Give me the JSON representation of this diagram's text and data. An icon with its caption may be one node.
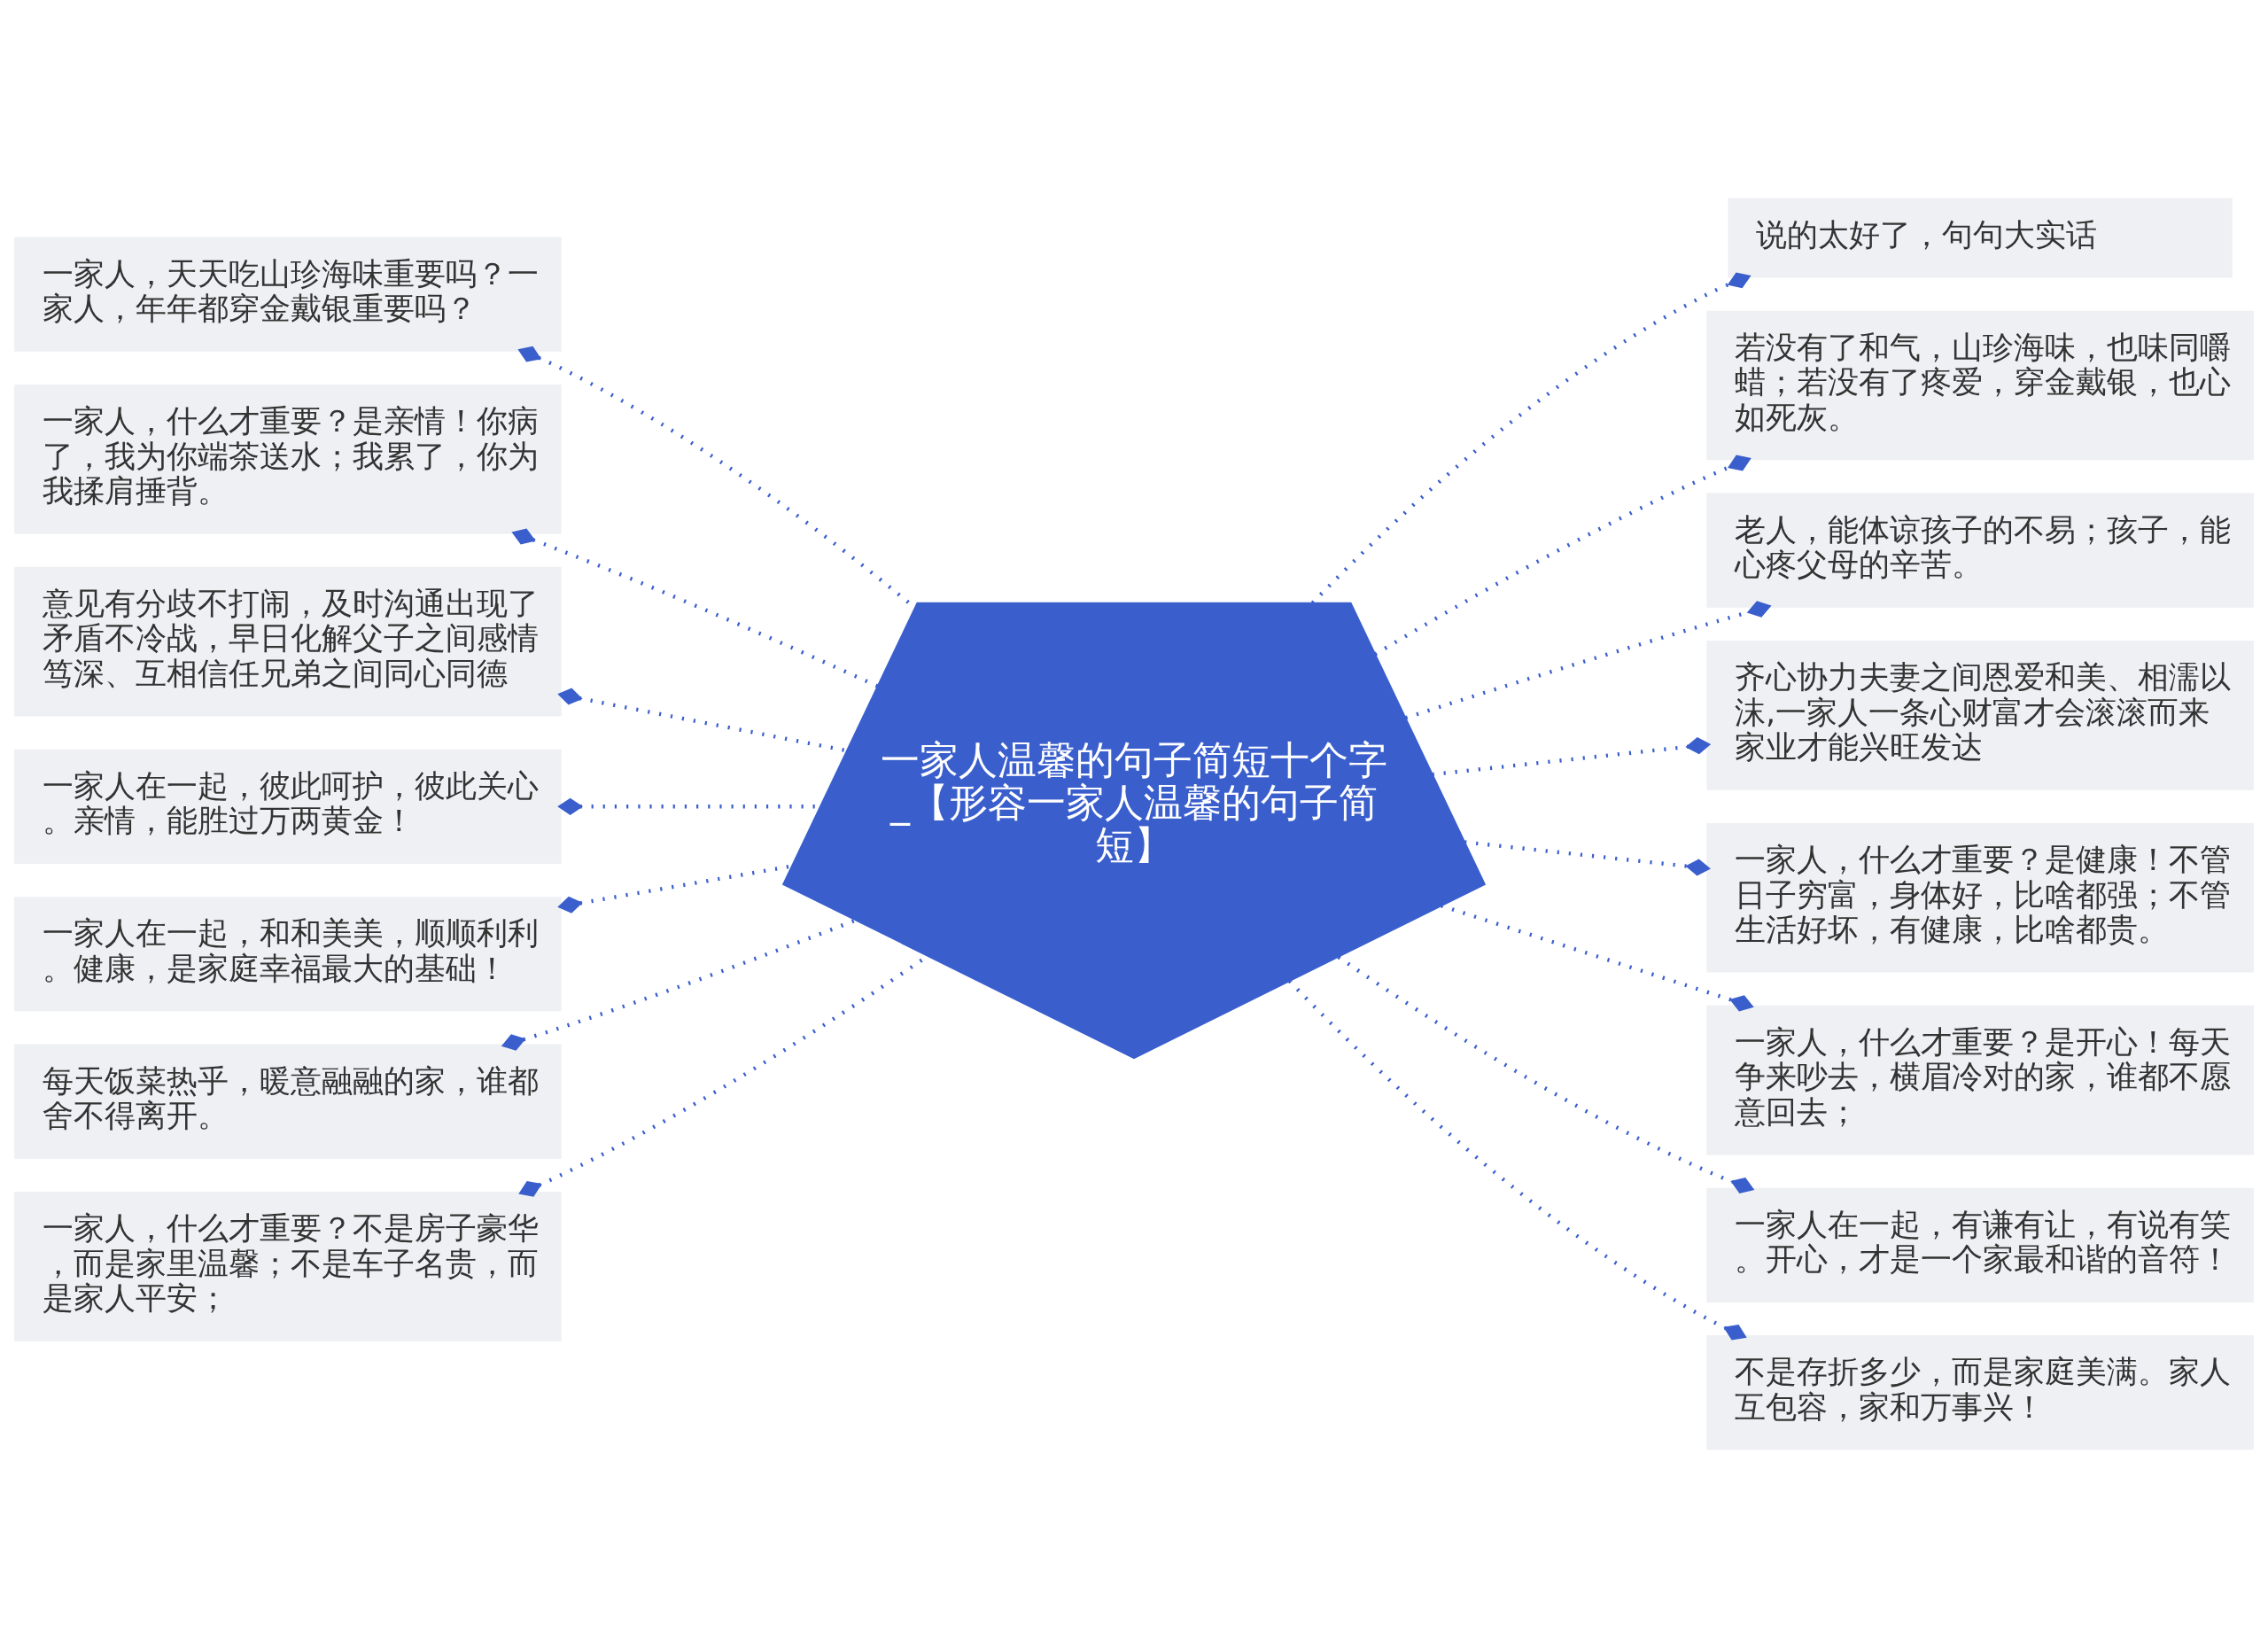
{
  "diagram": {
    "nodes": [
      {
        "text": [
          "一家人温馨的句子简短十个字_【形容一家人温馨的句子简短】"
        ]
      },
      {
        "text": [
          "一家人，天天吃山珍海味重要吗？一家人，年年都穿金戴银重要吗？"
        ]
      },
      {
        "text": [
          "一家人，什么才重要？是亲情！你病了，我为你端茶送水；我累了，你为我揉肩捶背。"
        ]
      },
      {
        "text": [
          "意见有分歧不打闹，及时沟通出现了矛盾不冷战，早日化解父子之间感情笃深、互相信任兄弟之间同心同德"
        ]
      },
      {
        "text": [
          "一家人在一起，彼此呵护，彼此关心。亲情，能胜过万两黄金！"
        ]
      },
      {
        "text": [
          "一家人在一起，和和美美，顺顺利利。健康，是家庭幸福最大的基础！"
        ]
      },
      {
        "text": [
          "每天饭菜热乎，暖意融融的家，谁都舍不得离开。"
        ]
      },
      {
        "text": [
          "一家人，什么才重要？不是房子豪华，而是家里温馨；不是车子名贵，而是家人平安；"
        ]
      },
      {
        "text": [
          "说的太好了，句句大实话"
        ]
      },
      {
        "text": [
          "若没有了和气，山珍海味，也味同嚼蜡；若没有了疼爱，穿金戴银，也心如死灰。"
        ]
      },
      {
        "text": [
          "老人，能体谅孩子的不易；孩子，能心疼父母的辛苦。"
        ]
      },
      {
        "text": [
          "齐心协力夫妻之间恩爱和美、相濡以沫,一家人一条心财富才会滚滚而来家业才能兴旺发达"
        ]
      },
      {
        "text": [
          "一家人，什么才重要？是健康！不管日子穷富，身体好，比啥都强；不管生活好坏，有健康，比啥都贵。"
        ]
      },
      {
        "text": [
          "一家人，什么才重要？是开心！每天争来吵去，横眉冷对的家，谁都不愿意回去；"
        ]
      },
      {
        "text": [
          "一家人在一起，有谦有让，有说有笑。开心，才是一个家最和谐的音符！"
        ]
      },
      {
        "text": [
          "不是存折多少，而是家庭美满。家人互包容，家和万事兴！"
        ]
      }
    ],
    "edges": [
      {
        "from": 0,
        "to": 1,
        "arrow": "other",
        "style": "dashed"
      },
      {
        "from": 0,
        "to": 2,
        "arrow": "other",
        "style": "dashed"
      },
      {
        "from": 0,
        "to": 3,
        "arrow": "other",
        "style": "dashed"
      },
      {
        "from": 0,
        "to": 4,
        "arrow": "other",
        "style": "dashed"
      },
      {
        "from": 0,
        "to": 5,
        "arrow": "other",
        "style": "dashed"
      },
      {
        "from": 0,
        "to": 6,
        "arrow": "other",
        "style": "dashed"
      },
      {
        "from": 0,
        "to": 7,
        "arrow": "other",
        "style": "dashed"
      },
      {
        "from": 0,
        "to": 8,
        "arrow": "other",
        "style": "dashed"
      },
      {
        "from": 0,
        "to": 9,
        "arrow": "other",
        "style": "dashed"
      },
      {
        "from": 0,
        "to": 10,
        "arrow": "other",
        "style": "dashed"
      },
      {
        "from": 0,
        "to": 11,
        "arrow": "other",
        "style": "dashed"
      },
      {
        "from": 0,
        "to": 12,
        "arrow": "other",
        "style": "dashed"
      },
      {
        "from": 0,
        "to": 13,
        "arrow": "other",
        "style": "dashed"
      },
      {
        "from": 0,
        "to": 14,
        "arrow": "other",
        "style": "dashed"
      },
      {
        "from": 0,
        "to": 15,
        "arrow": "other",
        "style": "dashed"
      }
    ]
  }
}
